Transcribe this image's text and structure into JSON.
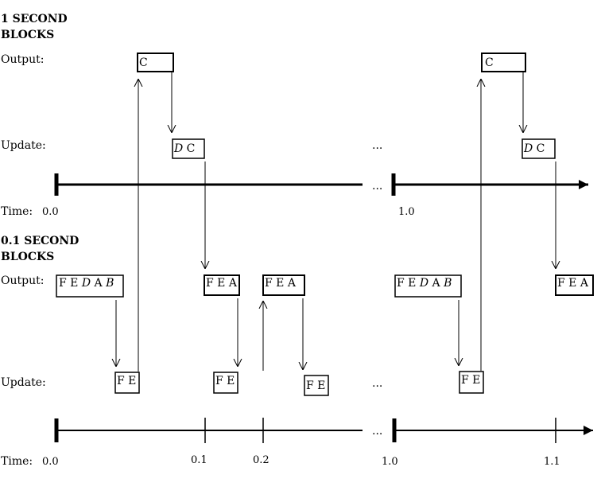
{
  "section1": {
    "heading_line1": "1 SECOND",
    "heading_line2": "BLOCKS",
    "output_label": "Output:",
    "update_label": "Update:",
    "time_label": "Time:",
    "ellipsis": "...",
    "ticks": [
      "0.0",
      "1.0"
    ],
    "boxes": [
      {
        "role": "output",
        "parts": [
          {
            "t": "C"
          }
        ]
      },
      {
        "role": "update",
        "parts": [
          {
            "t": "D",
            "italic": true
          },
          {
            "t": " C"
          }
        ]
      },
      {
        "role": "output",
        "parts": [
          {
            "t": "C"
          }
        ]
      },
      {
        "role": "update",
        "parts": [
          {
            "t": "D",
            "italic": true
          },
          {
            "t": " C"
          }
        ]
      }
    ]
  },
  "section2": {
    "heading_line1": "0.1 SECOND",
    "heading_line2": "BLOCKS",
    "output_label": "Output:",
    "update_label": "Update:",
    "time_label": "Time:",
    "ellipsis": "...",
    "ticks": [
      "0.0",
      "0.1",
      "0.2",
      "1.0",
      "1.1"
    ],
    "boxes": [
      {
        "role": "output",
        "parts": [
          {
            "t": "F E "
          },
          {
            "t": "D",
            "italic": true
          },
          {
            "t": " A "
          },
          {
            "t": "B",
            "italic": true
          }
        ]
      },
      {
        "role": "output",
        "parts": [
          {
            "t": "F E A"
          }
        ]
      },
      {
        "role": "output",
        "parts": [
          {
            "t": "F E A"
          }
        ]
      },
      {
        "role": "output",
        "parts": [
          {
            "t": "F E "
          },
          {
            "t": "D",
            "italic": true
          },
          {
            "t": " A "
          },
          {
            "t": "B",
            "italic": true
          }
        ]
      },
      {
        "role": "output",
        "parts": [
          {
            "t": "F E A"
          }
        ]
      },
      {
        "role": "update",
        "parts": [
          {
            "t": "F E"
          }
        ]
      },
      {
        "role": "update",
        "parts": [
          {
            "t": "F E"
          }
        ]
      },
      {
        "role": "update",
        "parts": [
          {
            "t": "F E"
          }
        ]
      },
      {
        "role": "update",
        "parts": [
          {
            "t": "F E"
          }
        ]
      }
    ]
  }
}
